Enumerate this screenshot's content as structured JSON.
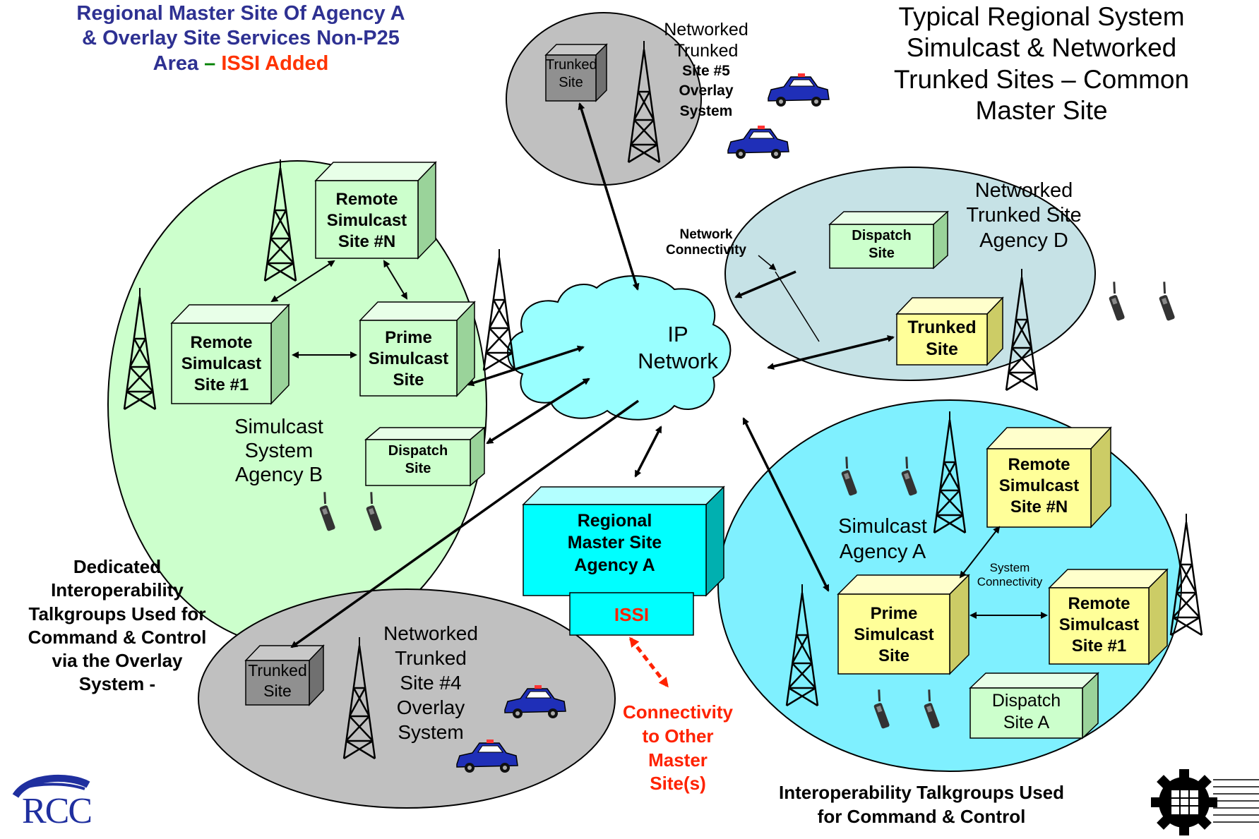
{
  "title_left": {
    "line1": "Regional Master Site Of Agency A",
    "line2": "& Overlay Site Services Non-P25",
    "line3_a": "Area",
    "line3_dash": " – ",
    "line3_b": "ISSI Added"
  },
  "title_right": [
    "Typical Regional System",
    "Simulcast & Networked",
    "Trunked Sites – Common",
    "Master Site"
  ],
  "overlay5": {
    "box": [
      "Trunked",
      "Site"
    ],
    "label": [
      "Networked",
      "Trunked"
    ],
    "label_bold": [
      "Site #5",
      "Overlay",
      "System"
    ]
  },
  "agency_b": {
    "remote_n": [
      "Remote",
      "Simulcast",
      "Site #N"
    ],
    "remote_1": [
      "Remote",
      "Simulcast",
      "Site #1"
    ],
    "prime": [
      "Prime",
      "Simulcast",
      "Site"
    ],
    "dispatch": [
      "Dispatch",
      "Site"
    ],
    "label": [
      "Simulcast",
      "System",
      "Agency B"
    ]
  },
  "network_connectivity": [
    "Network",
    "Connectivity"
  ],
  "ip_network": [
    "IP",
    "Network"
  ],
  "agency_d": {
    "label": [
      "Networked",
      "Trunked Site",
      "Agency D"
    ],
    "dispatch": [
      "Dispatch",
      "Site"
    ],
    "trunked": [
      "Trunked",
      "Site"
    ]
  },
  "regional_master": {
    "label": [
      "Regional",
      "Master Site",
      "Agency A"
    ],
    "issi": "ISSI"
  },
  "connectivity_other": [
    "Connectivity",
    "to Other",
    "Master",
    "Site(s)"
  ],
  "agency_a": {
    "label": [
      "Simulcast",
      "Agency A"
    ],
    "remote_n": [
      "Remote",
      "Simulcast",
      "Site #N"
    ],
    "system_connectivity": [
      "System",
      "Connectivity"
    ],
    "prime": [
      "Prime",
      "Simulcast",
      "Site"
    ],
    "remote_1": [
      "Remote",
      "Simulcast",
      "Site #1"
    ],
    "dispatch": [
      "Dispatch",
      "Site A"
    ]
  },
  "overlay4": {
    "box": [
      "Trunked",
      "Site"
    ],
    "label": [
      "Networked",
      "Trunked",
      "Site #4",
      "Overlay",
      "System"
    ]
  },
  "dedicated_note": [
    "Dedicated",
    "Interoperability",
    "Talkgroups Used for",
    "Command & Control",
    "via the Overlay",
    "System -"
  ],
  "interop_note": [
    "Interoperability Talkgroups Used",
    "for Command & Control"
  ],
  "logo_left": "RCC",
  "colors": {
    "title_blue": "#2e3192",
    "issi_red": "#ff3300",
    "dash_green": "#008000",
    "green_region": "#ccffcc",
    "gray_region": "#c0c0c0",
    "blue_gray_region": "#c6e2e6",
    "cyan_region": "#7ff0ff",
    "box_green": "#ccffcc",
    "box_yellow": "#ffff99",
    "box_cyan": "#00ffff",
    "box_gray": "#909090",
    "cloud": "#99ffff"
  }
}
